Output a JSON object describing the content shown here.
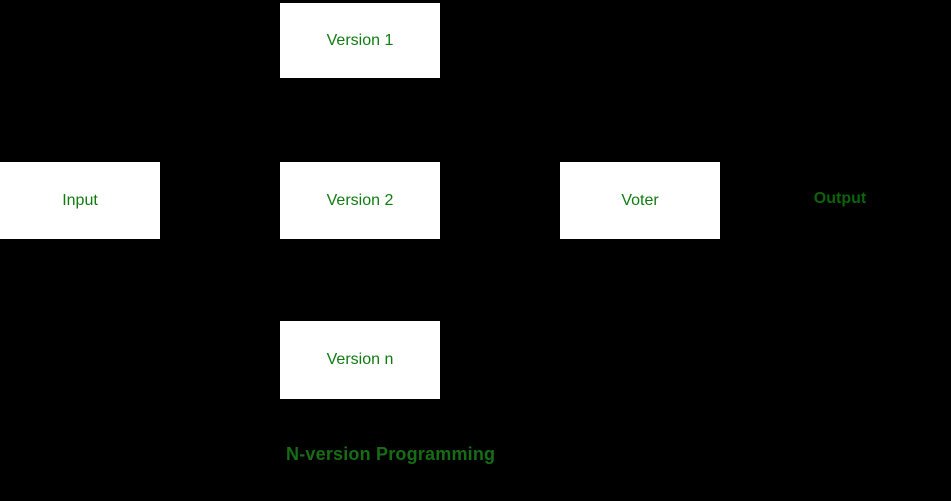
{
  "diagram": {
    "title": "N-version Programming",
    "boxes": [
      {
        "id": "version-1",
        "label": "Version 1"
      },
      {
        "id": "input",
        "label": "Input"
      },
      {
        "id": "version-2",
        "label": "Version 2"
      },
      {
        "id": "voter",
        "label": "Voter"
      },
      {
        "id": "version-n",
        "label": "Version n"
      }
    ],
    "output_label": "Output",
    "colors": {
      "background": "#000000",
      "box_fill": "#ffffff",
      "box_text": "#107c10",
      "output_text": "#0b640b",
      "title_text": "#166d16"
    }
  }
}
